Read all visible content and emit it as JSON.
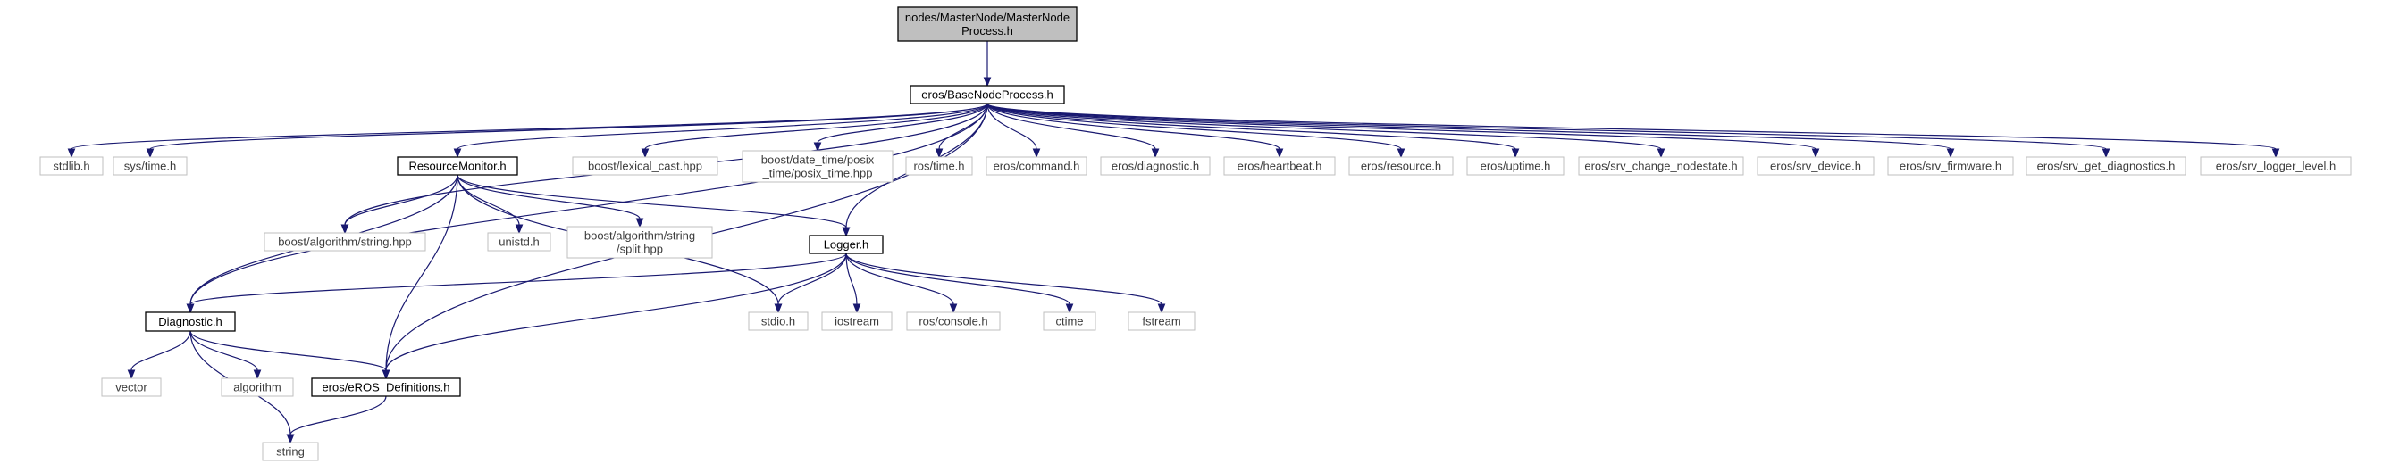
{
  "diagram": {
    "nodes": [
      {
        "id": "mnp",
        "kind": "root",
        "lines": [
          "nodes/MasterNode/MasterNode",
          "Process.h"
        ]
      },
      {
        "id": "bnp",
        "kind": "proj",
        "lines": [
          "eros/BaseNodeProcess.h"
        ]
      },
      {
        "id": "stdlib",
        "kind": "sys",
        "lines": [
          "stdlib.h"
        ]
      },
      {
        "id": "systime",
        "kind": "sys",
        "lines": [
          "sys/time.h"
        ]
      },
      {
        "id": "diag",
        "kind": "proj",
        "lines": [
          "Diagnostic.h"
        ]
      },
      {
        "id": "resmon",
        "kind": "proj",
        "lines": [
          "ResourceMonitor.h"
        ]
      },
      {
        "id": "algstr",
        "kind": "sys",
        "lines": [
          "boost/algorithm/string.hpp"
        ]
      },
      {
        "id": "lexcast",
        "kind": "sys",
        "lines": [
          "boost/lexical_cast.hpp"
        ]
      },
      {
        "id": "posix",
        "kind": "sys",
        "lines": [
          "boost/date_time/posix",
          "_time/posix_time.hpp"
        ]
      },
      {
        "id": "rostime",
        "kind": "sys",
        "lines": [
          "ros/time.h"
        ]
      },
      {
        "id": "cmd",
        "kind": "sys",
        "lines": [
          "eros/command.h"
        ]
      },
      {
        "id": "ediag",
        "kind": "sys",
        "lines": [
          "eros/diagnostic.h"
        ]
      },
      {
        "id": "hb",
        "kind": "sys",
        "lines": [
          "eros/heartbeat.h"
        ]
      },
      {
        "id": "res",
        "kind": "sys",
        "lines": [
          "eros/resource.h"
        ]
      },
      {
        "id": "uptime",
        "kind": "sys",
        "lines": [
          "eros/uptime.h"
        ]
      },
      {
        "id": "srvcn",
        "kind": "sys",
        "lines": [
          "eros/srv_change_nodestate.h"
        ]
      },
      {
        "id": "srvdev",
        "kind": "sys",
        "lines": [
          "eros/srv_device.h"
        ]
      },
      {
        "id": "srvfw",
        "kind": "sys",
        "lines": [
          "eros/srv_firmware.h"
        ]
      },
      {
        "id": "srvgd",
        "kind": "sys",
        "lines": [
          "eros/srv_get_diagnostics.h"
        ]
      },
      {
        "id": "srvll",
        "kind": "sys",
        "lines": [
          "eros/srv_logger_level.h"
        ]
      },
      {
        "id": "unistd",
        "kind": "sys",
        "lines": [
          "unistd.h"
        ]
      },
      {
        "id": "split",
        "kind": "sys",
        "lines": [
          "boost/algorithm/string",
          "/split.hpp"
        ]
      },
      {
        "id": "logger",
        "kind": "proj",
        "lines": [
          "Logger.h"
        ]
      },
      {
        "id": "stdio",
        "kind": "sys",
        "lines": [
          "stdio.h"
        ]
      },
      {
        "id": "iostream",
        "kind": "sys",
        "lines": [
          "iostream"
        ]
      },
      {
        "id": "roscon",
        "kind": "sys",
        "lines": [
          "ros/console.h"
        ]
      },
      {
        "id": "ctime",
        "kind": "sys",
        "lines": [
          "ctime"
        ]
      },
      {
        "id": "fstream",
        "kind": "sys",
        "lines": [
          "fstream"
        ]
      },
      {
        "id": "vector",
        "kind": "sys",
        "lines": [
          "vector"
        ]
      },
      {
        "id": "algorithm",
        "kind": "sys",
        "lines": [
          "algorithm"
        ]
      },
      {
        "id": "erosdef",
        "kind": "proj",
        "lines": [
          "eros/eROS_Definitions.h"
        ]
      },
      {
        "id": "string",
        "kind": "sys",
        "lines": [
          "string"
        ]
      }
    ],
    "edges": [
      [
        "mnp",
        "bnp"
      ],
      [
        "bnp",
        "stdlib"
      ],
      [
        "bnp",
        "systime"
      ],
      [
        "bnp",
        "diag"
      ],
      [
        "bnp",
        "resmon"
      ],
      [
        "bnp",
        "algstr"
      ],
      [
        "bnp",
        "lexcast"
      ],
      [
        "bnp",
        "posix"
      ],
      [
        "bnp",
        "rostime"
      ],
      [
        "bnp",
        "cmd"
      ],
      [
        "bnp",
        "ediag"
      ],
      [
        "bnp",
        "hb"
      ],
      [
        "bnp",
        "res"
      ],
      [
        "bnp",
        "uptime"
      ],
      [
        "bnp",
        "srvcn"
      ],
      [
        "bnp",
        "srvdev"
      ],
      [
        "bnp",
        "srvfw"
      ],
      [
        "bnp",
        "srvgd"
      ],
      [
        "bnp",
        "srvll"
      ],
      [
        "bnp",
        "logger"
      ],
      [
        "bnp",
        "erosdef"
      ],
      [
        "resmon",
        "algstr"
      ],
      [
        "resmon",
        "diag"
      ],
      [
        "resmon",
        "unistd"
      ],
      [
        "resmon",
        "split"
      ],
      [
        "resmon",
        "logger"
      ],
      [
        "resmon",
        "stdio"
      ],
      [
        "resmon",
        "erosdef"
      ],
      [
        "logger",
        "diag"
      ],
      [
        "logger",
        "stdio"
      ],
      [
        "logger",
        "iostream"
      ],
      [
        "logger",
        "roscon"
      ],
      [
        "logger",
        "ctime"
      ],
      [
        "logger",
        "fstream"
      ],
      [
        "logger",
        "erosdef"
      ],
      [
        "diag",
        "vector"
      ],
      [
        "diag",
        "algorithm"
      ],
      [
        "diag",
        "string"
      ],
      [
        "diag",
        "erosdef"
      ],
      [
        "erosdef",
        "string"
      ]
    ],
    "colors": {
      "edge": "#191970",
      "root_fill": "#bfbfbf",
      "project_border": "#000000",
      "system_border": "#bfbfbf"
    }
  }
}
